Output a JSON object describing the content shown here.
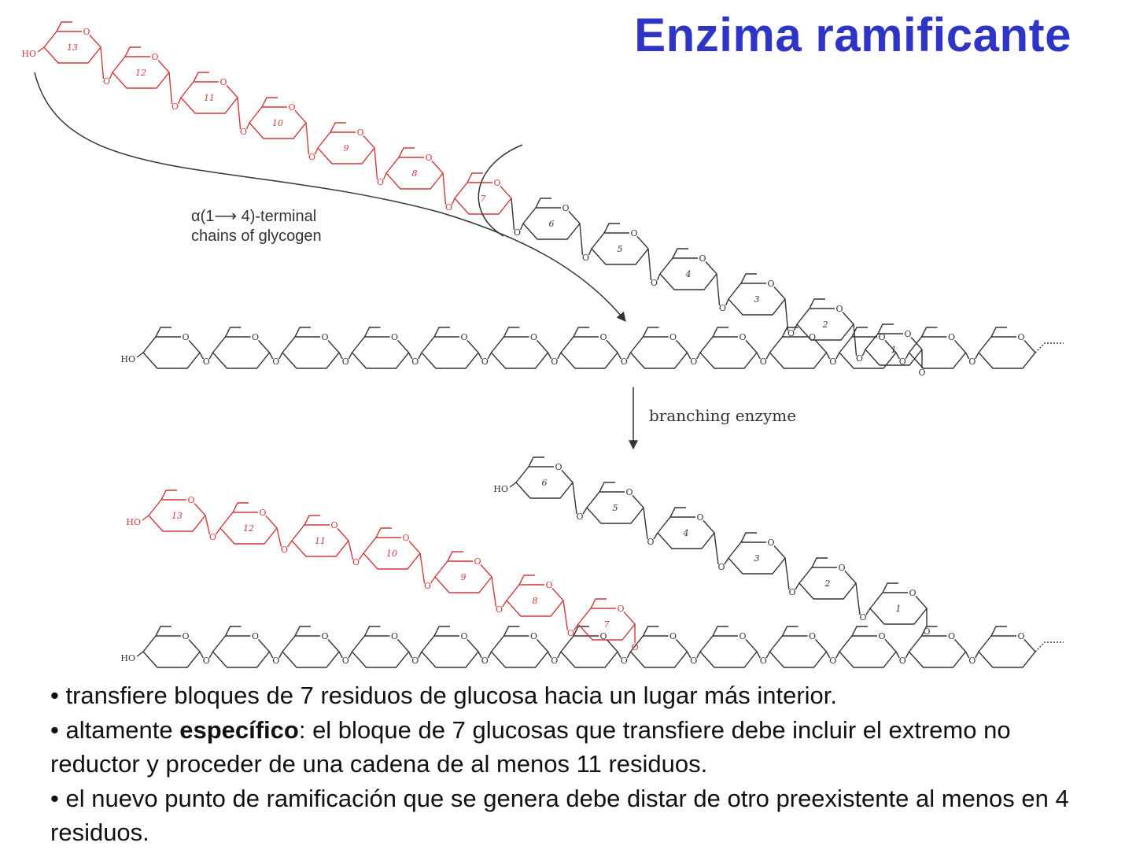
{
  "title": "Enzima ramificante",
  "labels": {
    "terminal_chains_line1": "α(1⟶ 4)-terminal",
    "terminal_chains_line2": "chains of glycogen",
    "branching_enzyme": "branching enzyme",
    "hydroxyl": "HO",
    "ring_oxygen": "O",
    "bridge_oxygen": "O"
  },
  "colors": {
    "title": "#2e35c6",
    "transferred_block": "#cc3b3b",
    "chain": "#333333",
    "text": "#111111"
  },
  "diagram": {
    "top_chain_numbers": [
      "13",
      "12",
      "11",
      "10",
      "9",
      "8",
      "7",
      "6",
      "5",
      "4",
      "3",
      "2",
      "1"
    ],
    "transferred_block_numbers": [
      "13",
      "12",
      "11",
      "10",
      "9",
      "8",
      "7"
    ],
    "remaining_block_numbers": [
      "6",
      "5",
      "4",
      "3",
      "2",
      "1"
    ],
    "transferred_count": 7,
    "main_chain_residues": 13
  },
  "bullets": {
    "b1": "•  transfiere bloques de 7 residuos de glucosa hacia un lugar más interior.",
    "b2_pre": "•  altamente ",
    "b2_bold": "específico",
    "b2_post": ": el bloque de 7 glucosas que transfiere debe incluir el extremo no reductor y proceder de una cadena de al menos 11 residuos.",
    "b3": "• el nuevo punto de ramificación que se genera debe distar de otro preexistente al menos en 4 residuos."
  }
}
